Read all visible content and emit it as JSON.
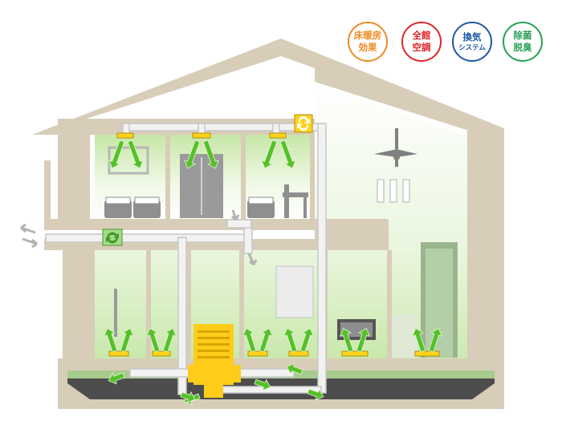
{
  "badges": [
    {
      "line1": "床暖房",
      "line2": "効果",
      "color": "#f08a24"
    },
    {
      "line1": "全館",
      "line2": "空調",
      "color": "#e0262b"
    },
    {
      "line1": "換気",
      "line2": "システム",
      "color": "#1d58a8"
    },
    {
      "line1": "除菌",
      "line2": "脱臭",
      "color": "#27a155"
    }
  ],
  "colors": {
    "wall": "#d8cdb8",
    "room_glow": "#c6e6a6",
    "duct": "#f2f2f2",
    "duct_outline": "#c7c7c7",
    "vent": "#ffd21c",
    "unit": "#ffcc1a",
    "arrow_green": "#55c12a",
    "arrow_gray": "#b3b3b3",
    "underfloor": "#4d4d4d"
  },
  "icons": [
    "ventilation-fan-icon",
    "heat-exchanger-icon",
    "ceiling-fan-icon",
    "air-conditioner-unit"
  ]
}
